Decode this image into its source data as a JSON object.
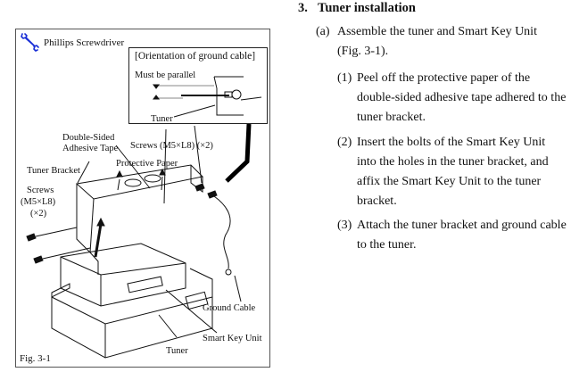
{
  "section": {
    "number": "3.",
    "title": "Tuner installation"
  },
  "step_a": {
    "marker": "(a)",
    "lines": [
      "Assemble the tuner and Smart Key Unit",
      "(Fig. 3-1)."
    ]
  },
  "substeps": [
    {
      "marker": "(1)",
      "lines": [
        "Peel off the protective paper of the",
        "double-sided adhesive tape adhered to the",
        "tuner bracket."
      ]
    },
    {
      "marker": "(2)",
      "lines": [
        "Insert the bolts of the Smart Key Unit",
        "into the holes in the tuner bracket, and",
        "affix the Smart Key Unit to the tuner",
        "bracket."
      ]
    },
    {
      "marker": "(3)",
      "lines": [
        "Attach the tuner bracket and ground cable",
        "to the tuner."
      ]
    }
  ],
  "figure": {
    "caption": "Fig. 3-1",
    "tool": {
      "icon": "wrench-icon",
      "label": "Phillips Screwdriver",
      "icon_color": "#1a2fd6"
    },
    "inset": {
      "title": "[Orientation of ground cable]",
      "note": "Must be parallel",
      "tuner_label": "Tuner"
    },
    "labels": {
      "double_sided_line1": "Double-Sided",
      "double_sided_line2": "Adhesive Tape",
      "screws_right": "Screws (M5×L8) (×2)",
      "protective_paper": "Protective Paper",
      "tuner_bracket": "Tuner Bracket",
      "screws_left_line1": "Screws",
      "screws_left_line2": "(M5×L8)",
      "screws_left_line3": "(×2)",
      "ground_cable": "Ground Cable",
      "smart_key_unit": "Smart Key Unit",
      "tuner": "Tuner"
    }
  }
}
